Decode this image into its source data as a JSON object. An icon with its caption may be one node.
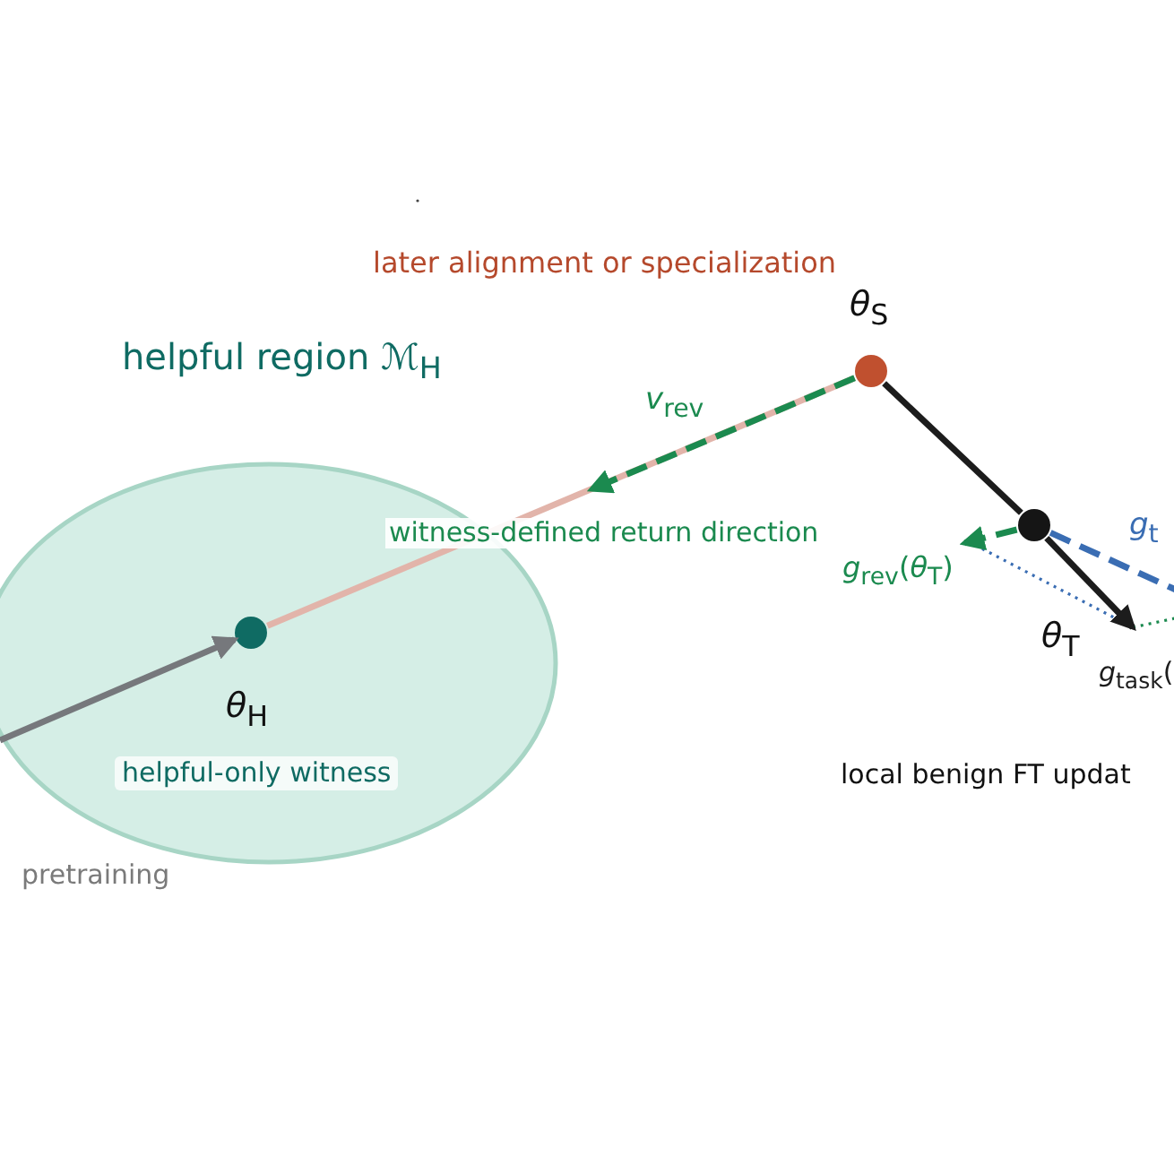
{
  "diagram": {
    "nodes": [
      {
        "text": [
          "helpful region *ℳ*$_{H}$"
        ]
      },
      {
        "text": [],
        "shape": "circle",
        "in": 0,
        "beside": [
          "*θ*$_{H}$",
          "helpful-only witness"
        ]
      },
      {
        "text": [],
        "shape": "circle",
        "beside": [
          "later alignment or specialization",
          "*θ*$_{S}$"
        ]
      },
      {
        "text": [],
        "shape": "circle",
        "beside": [
          "*θ*$_{T}$"
        ]
      }
    ],
    "edges": [
      {
        "from": null,
        "to": 1,
        "arrow": "to",
        "label": "pretraining",
        "color": "#76787c"
      },
      {
        "from": 1,
        "to": 2,
        "arrow": "none",
        "label": "witness-defined return direction",
        "color": "#e2b4aa"
      },
      {
        "from": 2,
        "to": null,
        "arrow": "to",
        "label": "*v*$_{rev}$",
        "style": "dashed",
        "color": "#1b8a4f"
      },
      {
        "from": 2,
        "to": 3,
        "arrow": "none",
        "color": "#1c1c1c"
      },
      {
        "from": 3,
        "to": null,
        "arrow": "to",
        "label": "*g*$_{task}$(",
        "color": "#1c1c1c"
      },
      {
        "from": 3,
        "to": null,
        "arrow": "to",
        "label": "*g*$_{rev}$(*θ*$_{T}$)",
        "style": "dashed",
        "color": "#1b8a4f"
      },
      {
        "from": 3,
        "to": null,
        "arrow": "none",
        "label": "*g*$_{t}$",
        "style": "dashed",
        "color": "#3a6db3"
      }
    ],
    "labels": [
      "local benign FT updat"
    ]
  }
}
